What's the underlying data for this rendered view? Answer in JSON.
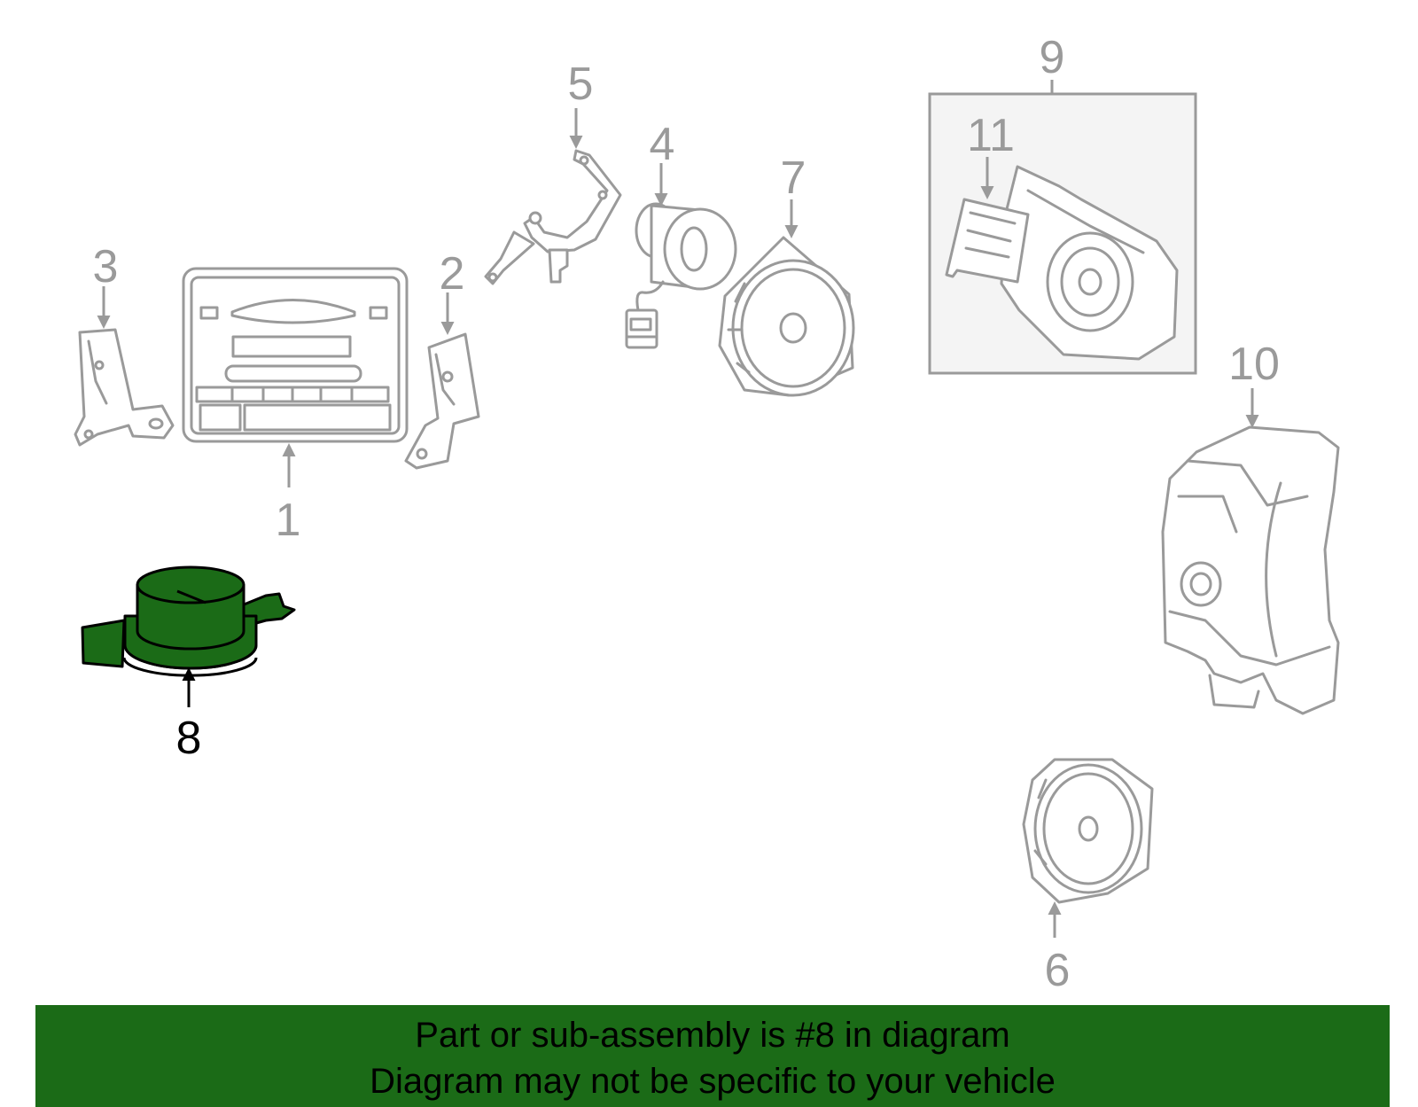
{
  "diagram": {
    "highlighted_part": "8",
    "colors": {
      "highlight": "#1b6b17",
      "line": "#9a9a9a",
      "highlight_outline": "#000000"
    },
    "callouts": [
      {
        "id": "1",
        "label": "1"
      },
      {
        "id": "2",
        "label": "2"
      },
      {
        "id": "3",
        "label": "3"
      },
      {
        "id": "4",
        "label": "4"
      },
      {
        "id": "5",
        "label": "5"
      },
      {
        "id": "6",
        "label": "6"
      },
      {
        "id": "7",
        "label": "7"
      },
      {
        "id": "8",
        "label": "8"
      },
      {
        "id": "9",
        "label": "9"
      },
      {
        "id": "10",
        "label": "10"
      },
      {
        "id": "11",
        "label": "11"
      }
    ]
  },
  "banner": {
    "line1": "Part or sub-assembly is #8 in diagram",
    "line2": "Diagram may not be specific to your vehicle",
    "background": "#1b6b17"
  }
}
